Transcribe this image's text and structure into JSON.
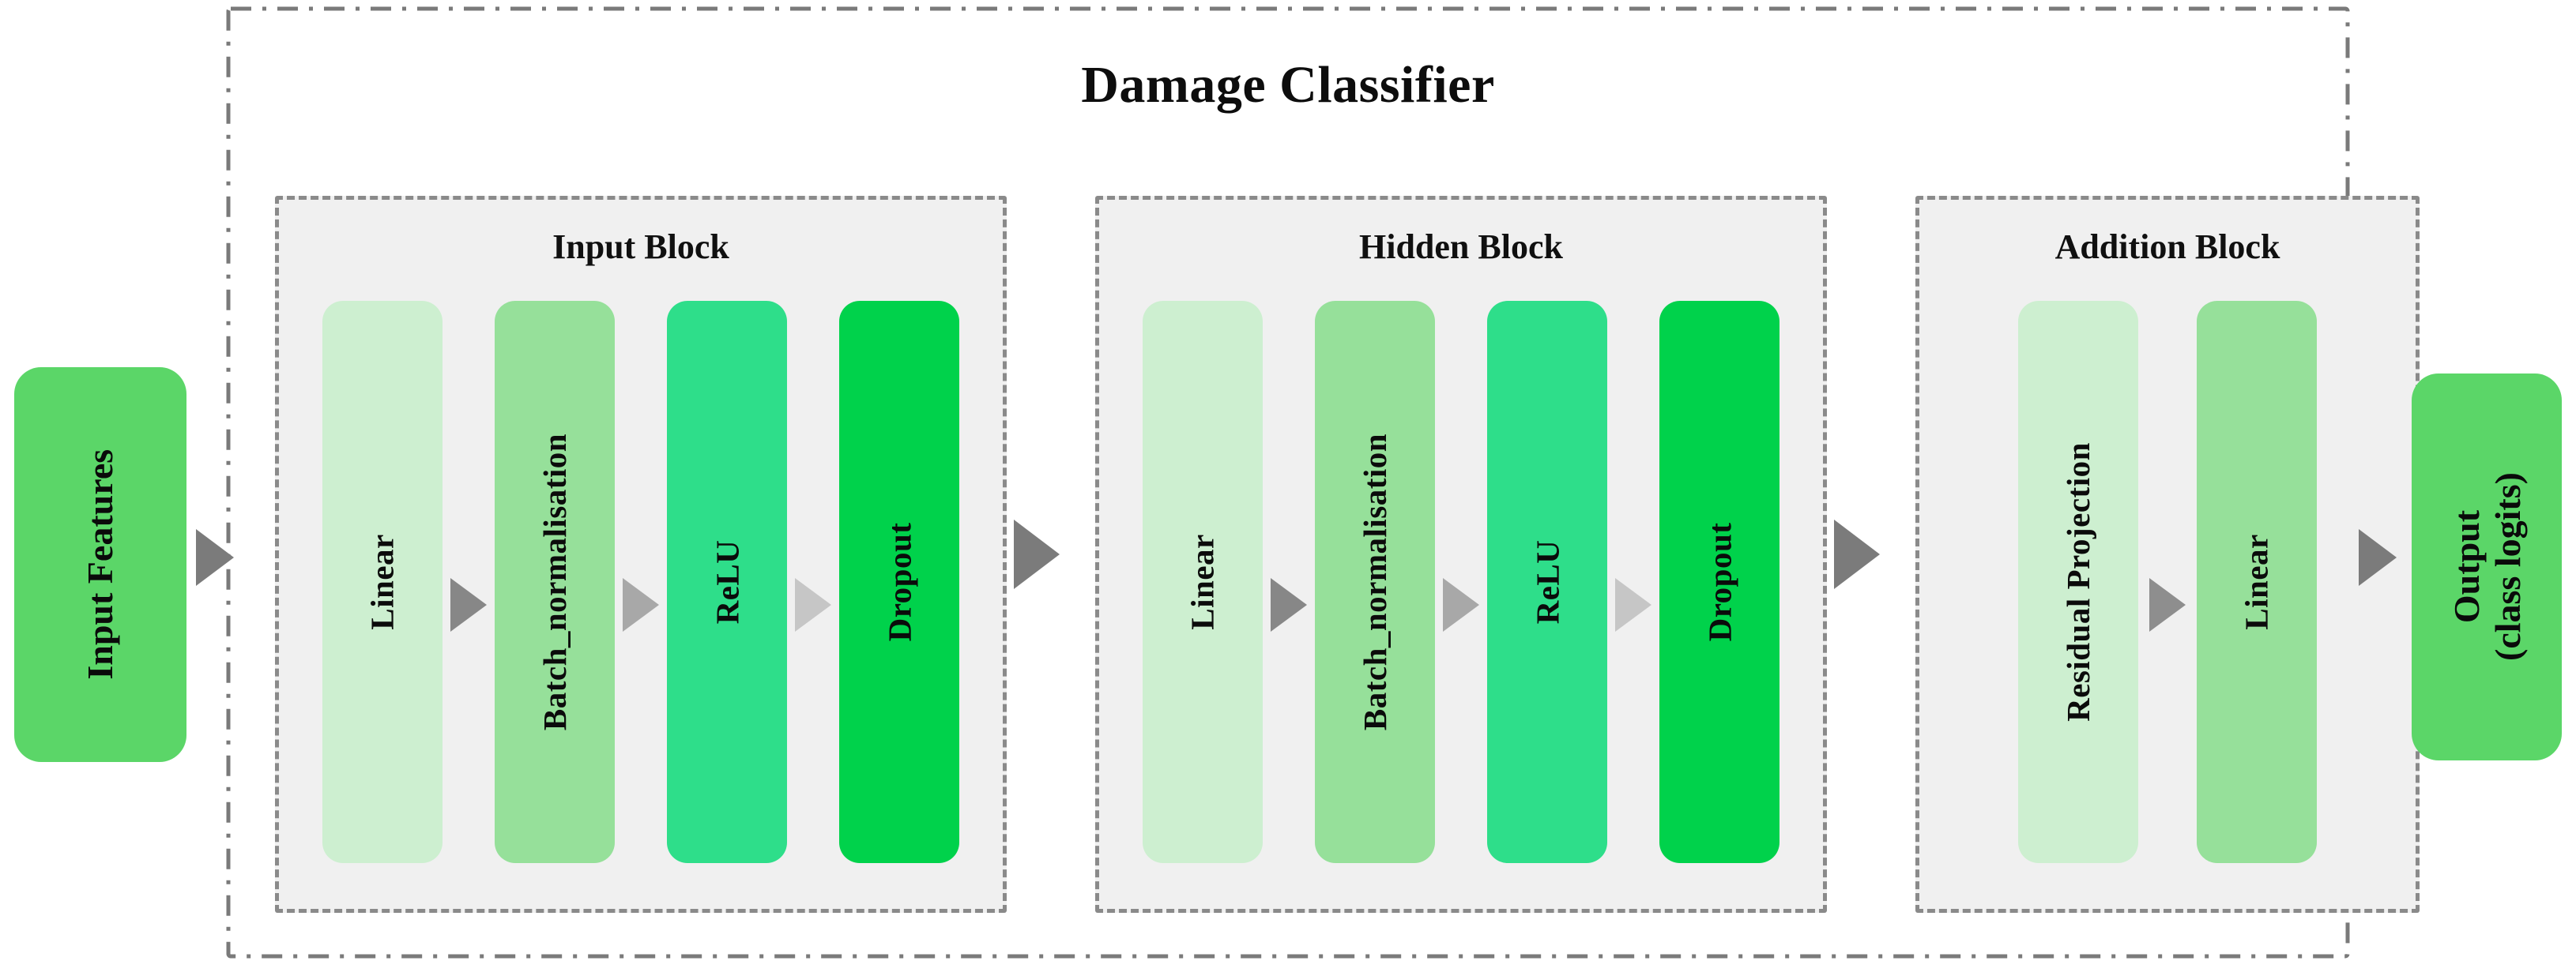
{
  "diagram": {
    "title": "Damage Classifier",
    "type": "neural-network-architecture"
  },
  "input_node": {
    "label": "Input Features",
    "color": "#5bd668"
  },
  "output_node": {
    "line1": "Output",
    "line2": "(class logits)",
    "color": "#5bd668"
  },
  "blocks": [
    {
      "title": "Input Block",
      "layers": [
        {
          "label": "Linear",
          "color": "#cdefd0"
        },
        {
          "label": "Batch_normalisation",
          "color": "#96e09a"
        },
        {
          "label": "ReLU",
          "color": "#2ede8a"
        },
        {
          "label": "Dropout",
          "color": "#00d24b"
        }
      ]
    },
    {
      "title": "Hidden Block",
      "layers": [
        {
          "label": "Linear",
          "color": "#cdefd0"
        },
        {
          "label": "Batch_normalisation",
          "color": "#96e09a"
        },
        {
          "label": "ReLU",
          "color": "#2ede8a"
        },
        {
          "label": "Dropout",
          "color": "#00d24b"
        }
      ]
    },
    {
      "title": "Addition Block",
      "layers": [
        {
          "label": "Residual Projection",
          "color": "#cdefd0"
        },
        {
          "label": "Linear",
          "color": "#96e09a"
        }
      ]
    }
  ],
  "style": {
    "block_fill": "#f0f0f0",
    "block_border": "#8a8a8a",
    "outer_border": "#7a7a7a",
    "arrow_color": "#8e8e8e",
    "arrow_major_color": "#7b7b7b",
    "text_color": "#0b0b0b",
    "background": "#ffffff"
  },
  "icons": {
    "flow_arrow": "triangle-right-icon"
  }
}
